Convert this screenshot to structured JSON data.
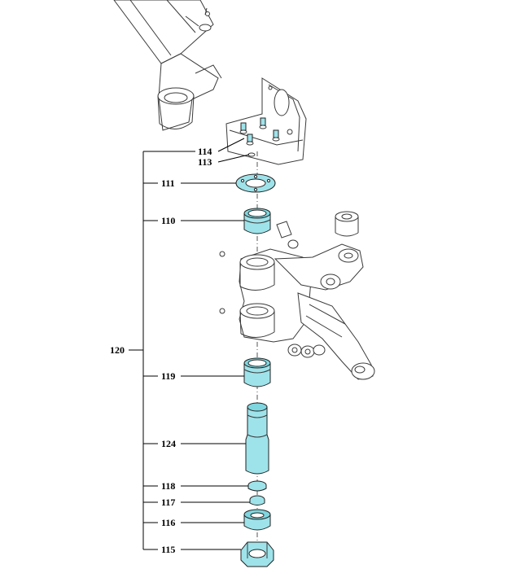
{
  "diagram": {
    "labels": {
      "l114": "114",
      "l113": "113",
      "l111": "111",
      "l110": "110",
      "l120": "120",
      "l119": "119",
      "l124": "124",
      "l118": "118",
      "l117": "117",
      "l116": "116",
      "l115": "115"
    },
    "colors": {
      "highlight": "#9fe3ea",
      "line": "#000000",
      "drawing": "#3a3a3a"
    }
  }
}
